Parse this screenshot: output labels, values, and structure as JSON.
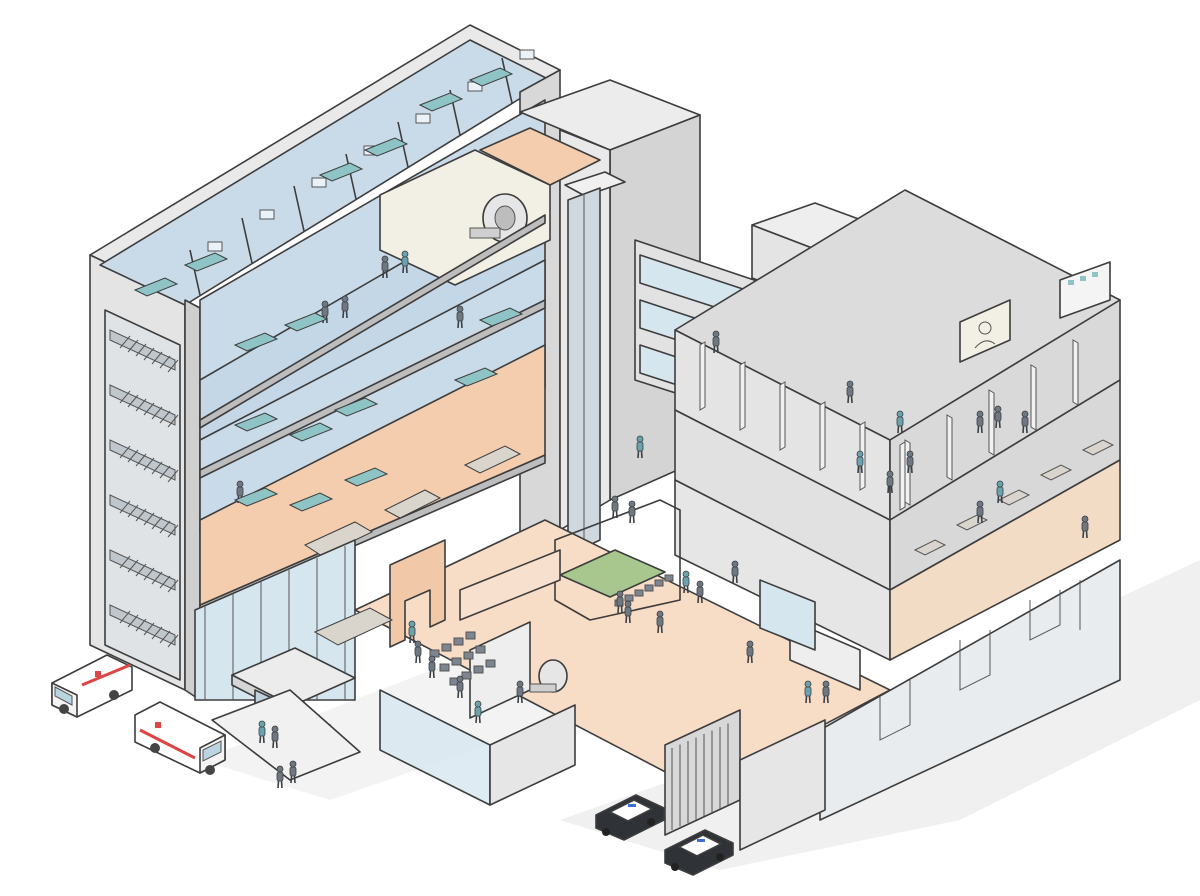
{
  "colors": {
    "ward_blue": "#c9dbe8",
    "ward_blue_dark": "#a9c3d6",
    "reception_peach": "#f3cdae",
    "lobby_floor": "#f7dcc6",
    "office_gray": "#dcdcdc",
    "wall_white": "#eeeeee",
    "wall_shade": "#cfcfcf",
    "courtyard_green": "#a8c78e",
    "glass": "#d6e6ef",
    "outline": "#3d3d3d"
  },
  "vehicles": [
    {
      "kind": "ambulance",
      "icon": "ambulance-icon"
    },
    {
      "kind": "ambulance",
      "icon": "ambulance-icon"
    },
    {
      "kind": "police-car",
      "icon": "police-car-icon"
    },
    {
      "kind": "police-car",
      "icon": "police-car-icon"
    }
  ],
  "zones": [
    "patient-ward-top",
    "patient-ward-middle",
    "imaging-suite",
    "reception-floor",
    "stairwell",
    "elevator-core",
    "main-lobby",
    "courtyard",
    "admin-offices",
    "parking-garage",
    "entrance-canopy"
  ]
}
